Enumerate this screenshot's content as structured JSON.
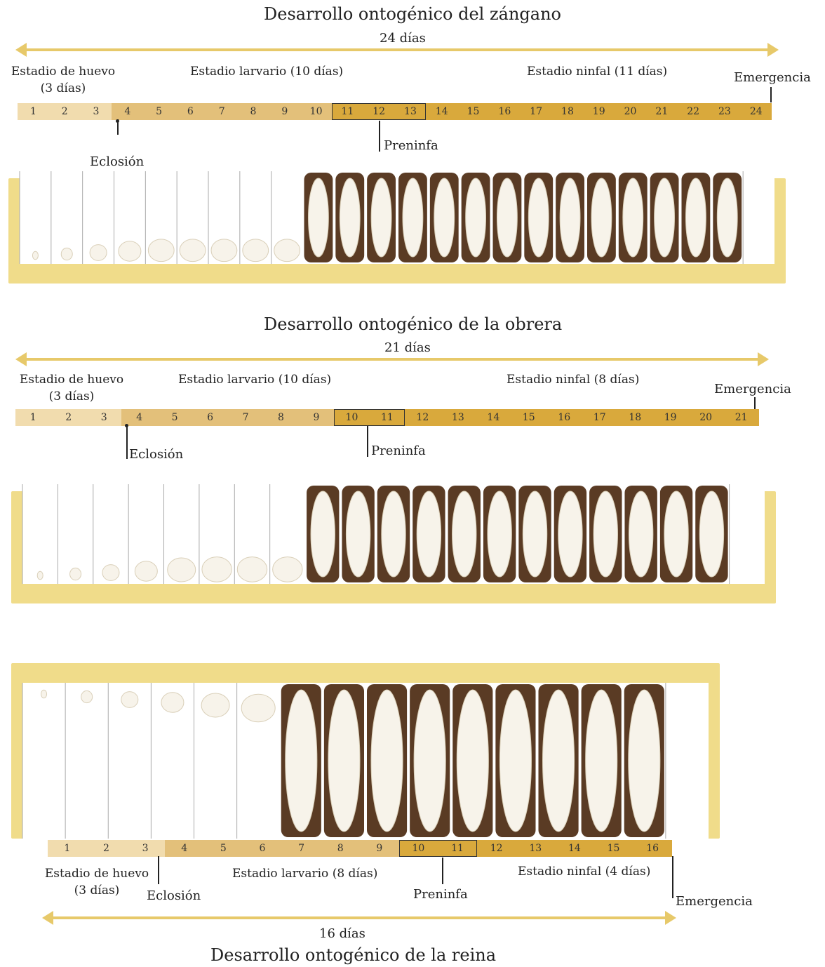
{
  "drone": {
    "title": "Desarrollo ontogénico del zángano",
    "duration": "24 días",
    "egg_stage": "Estadio de huevo",
    "egg_stage_days": "(3 días)",
    "larval_stage": "Estadio larvario (10 días)",
    "pupal_stage": "Estadio ninfal (11 días)",
    "emergence": "Emergencia",
    "hatching": "Eclosión",
    "prepupa": "Preninfa",
    "days": [
      "1",
      "2",
      "3",
      "4",
      "5",
      "6",
      "7",
      "8",
      "9",
      "10",
      "11",
      "12",
      "13",
      "14",
      "15",
      "16",
      "17",
      "18",
      "19",
      "20",
      "21",
      "22",
      "23",
      "24"
    ]
  },
  "worker": {
    "title": "Desarrollo ontogénico de la obrera",
    "duration": "21 días",
    "egg_stage": "Estadio de huevo",
    "egg_stage_days": "(3 días)",
    "larval_stage": "Estadio larvario (10 días)",
    "pupal_stage": "Estadio ninfal (8 días)",
    "emergence": "Emergencia",
    "hatching": "Eclosión",
    "prepupa": "Preninfa",
    "days": [
      "1",
      "2",
      "3",
      "4",
      "5",
      "6",
      "7",
      "8",
      "9",
      "10",
      "11",
      "12",
      "13",
      "14",
      "15",
      "16",
      "17",
      "18",
      "19",
      "20",
      "21"
    ]
  },
  "queen": {
    "title": "Desarrollo ontogénico de la reina",
    "duration": "16 días",
    "egg_stage": "Estadio de huevo",
    "egg_stage_days": "(3 días)",
    "larval_stage": "Estadio larvario (8 días)",
    "pupal_stage": "Estadio ninfal (4 días)",
    "emergence": "Emergencia",
    "hatching": "Eclosión",
    "prepupa": "Preninfa",
    "days": [
      "1",
      "2",
      "3",
      "4",
      "5",
      "6",
      "7",
      "8",
      "9",
      "10",
      "11",
      "12",
      "13",
      "14",
      "15",
      "16"
    ]
  },
  "colors": {
    "egg_bar": "#f1dcae",
    "larva_bar": "#e3c07a",
    "pupa_bar": "#d9a93c",
    "comb_wax": "#f0dc8a",
    "capped_cell": "#5a3b24",
    "brood": "#f7f3ea"
  }
}
